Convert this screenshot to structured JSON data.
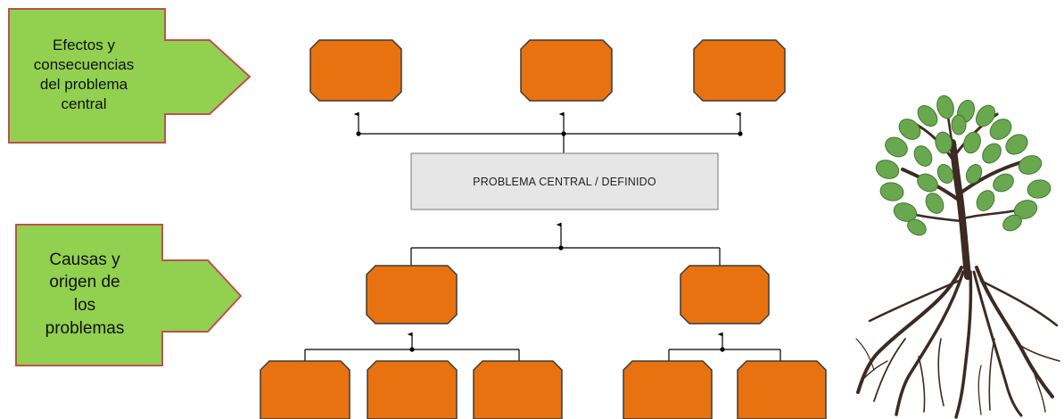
{
  "labels": {
    "effects": "Efectos y\nconsecuencias\ndel problema\ncentral",
    "causes": "Causas y\norigen de\nlos\nproblemas"
  },
  "central_problem": "PROBLEMA CENTRAL / DEFINIDO",
  "colors": {
    "arrow_fill": "#92d050",
    "arrow_stroke": "#c0504d",
    "box_fill": "#e8720f",
    "box_stroke": "#3a3a3a",
    "central_fill": "#e6e6e6",
    "central_stroke": "#8c8c8c",
    "connector": "#000000"
  },
  "illustration": "tree-with-roots"
}
